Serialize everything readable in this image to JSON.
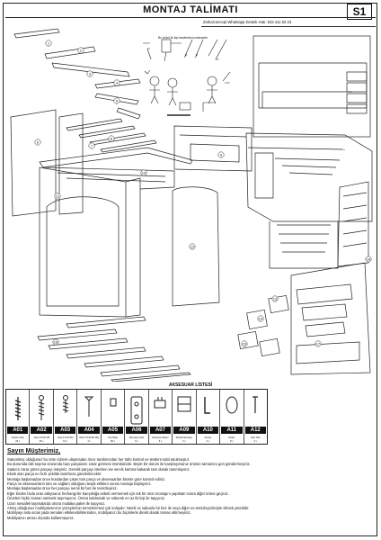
{
  "header": {
    "title": "MONTAJ TALİMATI",
    "page_id": "S1",
    "contact": "ZorkaConcept Whatsapp Destek Hatı: 532 411 83 23"
  },
  "callouts": {
    "c1": "1",
    "c2": "2",
    "c3": "3",
    "c4": "4",
    "c5": "5",
    "c6": "6",
    "c7": "7",
    "c8": "8",
    "c9": "9",
    "c10": "10",
    "c11": "11",
    "c12": "12",
    "c13": "13",
    "c14": "14",
    "c15": "15",
    "c16": "16",
    "c17": "17",
    "c18": "18"
  },
  "tools_caption": "Bu ürünü iki kişi tarafından kurulmalıdır.",
  "accessories": {
    "title": "AKSESUAR LİSTESİ",
    "items": [
      {
        "code": "A01",
        "desc": "Kestini Vida",
        "qty": "26 x"
      },
      {
        "code": "A02",
        "desc": "Vida 3.5x30 Mil",
        "qty": "26 x"
      },
      {
        "code": "A03",
        "desc": "Vida 3.5x16 Mil",
        "qty": "16 x"
      },
      {
        "code": "A04",
        "desc": "Vida 3.5x30 Bir Bet",
        "qty": "4 x"
      },
      {
        "code": "A05",
        "desc": "Tek Tabla",
        "qty": "80 x"
      },
      {
        "code": "A06",
        "desc": "Menteşe Fiski",
        "qty": "6 x"
      },
      {
        "code": "A07",
        "desc": "Menteşe Tabani",
        "qty": "6 x"
      },
      {
        "code": "A09",
        "desc": "Plastik Menteşe",
        "qty": "4 x"
      },
      {
        "code": "A10",
        "desc": "Dirsek",
        "qty": "4 x"
      },
      {
        "code": "A11",
        "desc": "Dübel",
        "qty": "8 x"
      },
      {
        "code": "A12",
        "desc": "Kulp Takı",
        "qty": "3 x"
      }
    ]
  },
  "notice": {
    "title": "Sayın Müşterimiz,",
    "lines": [
      "Satınalmış olduğunuz bu ürün sizlere ulaşmadan önce tarafımızdan her türlü kontrol ve testlere tabii tutulmuştur.",
      "Bu durumda bile taşıma sırasında bazı parçaların zarar görmesi mümkündür. Böyle bir durum ile karşılaşırsanız ürünün tamamını geri göndermeyiniz.",
      "Sadece zarar gören parçayı isteyiniz. Gerekli parçayı isterken ise servis kartına bakarak tam olarak tanımlayınız.",
      "Eksik olan parça en hızlı şekilde tarafınıza gönderilecektir.",
      "Montaja başlamadan önce kutulardan çıkan tüm parça ve aksesuarları listeler göre kontrol ediniz.",
      "Parça ve aksesuarların tam ve sağlam olduğunu tespit ettikten sonra montaja başlayınız.",
      "Montaja başlamadan önce her parçayı nemli bir bez ile temizleyiniz.",
      "Eğer birden fazla ürün aldıysanız herhangi bir karışıklığa sebeb vermemek için tek bir ürün montajını yapıktan sonra diğer ürüne geçiniz.",
      "Ürünleri hiçbir zaman sürterek taşımayınız. Ürünü kaldırarak ve sökerek en az iki kişi ile taşıyınız.",
      "Uzun mesafeli taşımalarda ürünü mutlaka paket ile taşıyınız.",
      "Almış olduğunuz mobilyalarınızın yüzeylerinin temizlenmesi çok kolaydır. Nemli ve sabunlu bir bez ile veya diğer ev temizleyicileriyle silmek yeterlidir.",
      "Mobilyayı asla sıcak yada nemden etkilenebilirlerinden, mobilyanızı bu biçimlerle direkt olarak temas ettirmeyiniz.",
      "Mobilyanızı amacı dışında kullanmayınız."
    ]
  }
}
